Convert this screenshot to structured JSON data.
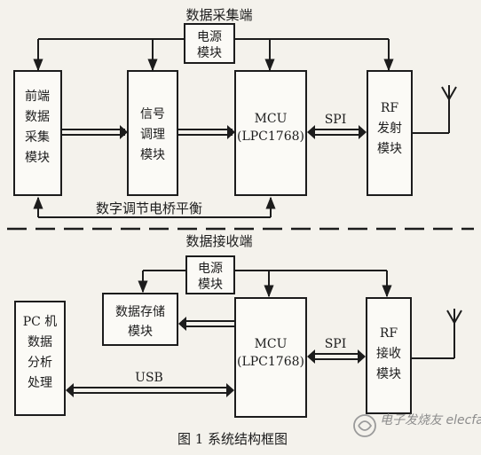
{
  "top": {
    "title": "数据采集端",
    "power": [
      "电源",
      "模块"
    ],
    "frontend": [
      "前端",
      "数据",
      "采集",
      "模块"
    ],
    "signal": [
      "信号",
      "调理",
      "模块"
    ],
    "mcu": [
      "MCU",
      "(LPC1768)"
    ],
    "rf": [
      "RF",
      "发射",
      "模块"
    ],
    "spi": "SPI",
    "bridge": "数字调节电桥平衡"
  },
  "bottom": {
    "title": "数据接收端",
    "power": [
      "电源",
      "模块"
    ],
    "storage": [
      "数据存储",
      "模块"
    ],
    "pc": [
      "PC 机",
      "数据",
      "分析",
      "处理"
    ],
    "mcu": [
      "MCU",
      "(LPC1768)"
    ],
    "rf": [
      "RF",
      "接收",
      "模块"
    ],
    "spi": "SPI",
    "usb": "USB"
  },
  "caption": "图 1  系统结构框图",
  "watermark": "电子发烧友  elecfans.com"
}
